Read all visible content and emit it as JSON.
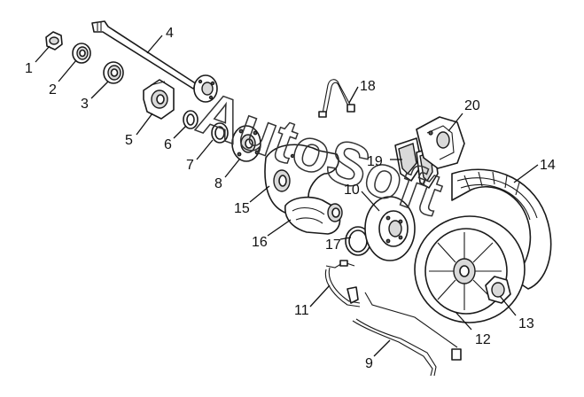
{
  "watermark": "AutoSoft",
  "callouts": [
    {
      "id": "1",
      "label": "1"
    },
    {
      "id": "2",
      "label": "2"
    },
    {
      "id": "3",
      "label": "3"
    },
    {
      "id": "4",
      "label": "4"
    },
    {
      "id": "5",
      "label": "5"
    },
    {
      "id": "6",
      "label": "6"
    },
    {
      "id": "7",
      "label": "7"
    },
    {
      "id": "8",
      "label": "8"
    },
    {
      "id": "9",
      "label": "9"
    },
    {
      "id": "10",
      "label": "10"
    },
    {
      "id": "11",
      "label": "11"
    },
    {
      "id": "12",
      "label": "12"
    },
    {
      "id": "13",
      "label": "13"
    },
    {
      "id": "14",
      "label": "14"
    },
    {
      "id": "15",
      "label": "15"
    },
    {
      "id": "16",
      "label": "16"
    },
    {
      "id": "17",
      "label": "17"
    },
    {
      "id": "18",
      "label": "18"
    },
    {
      "id": "19",
      "label": "19"
    },
    {
      "id": "20",
      "label": "20"
    }
  ]
}
